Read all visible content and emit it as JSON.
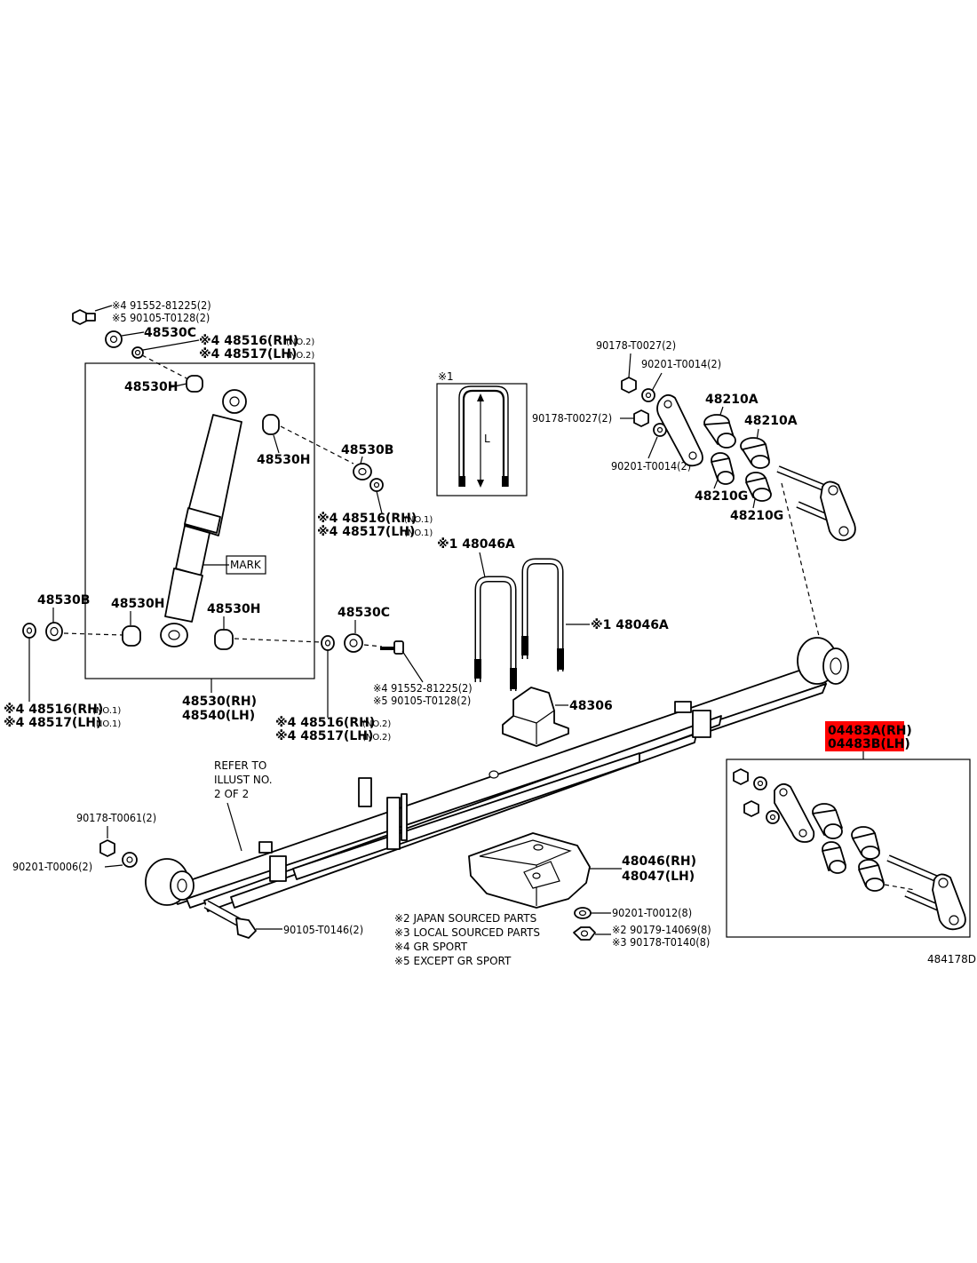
{
  "diagram": {
    "reference_id": "484178D",
    "highlight_color": "#ff0000",
    "labels": {
      "shock_bolt_gr": "※4 91552-81225(2)",
      "shock_bolt_exc": "※5 90105-T0128(2)",
      "washer_top": "48530C",
      "bushing_top_rh_no2": "※4 48516(RH)",
      "bushing_top_rh_no2_suffix": "(NO.2)",
      "bushing_top_lh_no2": "※4 48517(LH)",
      "bushing_top_lh_no2_suffix": "(NO.2)",
      "cushion_top": "48530H",
      "cushion_inner": "48530H",
      "retainer_upper": "48530B",
      "bushing_mid_rh_no1": "※4 48516(RH)",
      "bushing_mid_rh_no1_suffix": "(NO.1)",
      "bushing_mid_lh_no1": "※4 48517(LH)",
      "bushing_mid_lh_no1_suffix": "(NO.1)",
      "mark": "MARK",
      "retainer_lower_left": "48530B",
      "cushion_lower_left": "48530H",
      "cushion_lower_right": "48530H",
      "washer_lower": "48530C",
      "bolt_lower_gr": "※4 91552-81225(2)",
      "bolt_lower_exc": "※5 90105-T0128(2)",
      "bushing_left_rh_no1": "※4 48516(RH)",
      "bushing_left_rh_no1_suffix": "(NO.1)",
      "bushing_left_lh_no1": "※4 48517(LH)",
      "bushing_left_lh_no1_suffix": "(NO.1)",
      "absorber_rh": "48530(RH)",
      "absorber_lh": "48540(LH)",
      "bushing_bottom_rh_no2": "※4 48516(RH)",
      "bushing_bottom_rh_no2_suffix": "(NO.2)",
      "bushing_bottom_lh_no2": "※4 48517(LH)",
      "bushing_bottom_lh_no2_suffix": "(NO.2)",
      "ubolt_detail": "※1",
      "ubolt_length": "L",
      "ubolt_a": "※1 48046A",
      "ubolt_b": "※1 48046A",
      "bumper": "48306",
      "shackle_nut_top": "90178-T0027(2)",
      "shackle_washer_top": "90201-T0014(2)",
      "shackle_nut_mid": "90178-T0027(2)",
      "shackle_washer_mid": "90201-T0014(2)",
      "shackle_bush_a1": "48210A",
      "shackle_bush_a2": "48210A",
      "shackle_bush_g1": "48210G",
      "shackle_bush_g2": "48210G",
      "kit_rh": "04483A(RH)",
      "kit_lh": "04483B(LH)",
      "refer_line1": "REFER TO",
      "refer_line2": "ILLUST NO.",
      "refer_line3": "2 OF 2",
      "front_nut": "90178-T0061(2)",
      "front_washer": "90201-T0006(2)",
      "front_bolt": "90105-T0146(2)",
      "seat_rh": "48046(RH)",
      "seat_lh": "48047(LH)",
      "seat_washer": "90201-T0012(8)",
      "seat_nut_japan": "※2 90179-14069(8)",
      "seat_nut_local": "※3 90178-T0140(8)"
    },
    "notes": [
      "※2 JAPAN SOURCED PARTS",
      "※3 LOCAL SOURCED PARTS",
      "※4 GR SPORT",
      "※5 EXCEPT GR SPORT"
    ]
  }
}
